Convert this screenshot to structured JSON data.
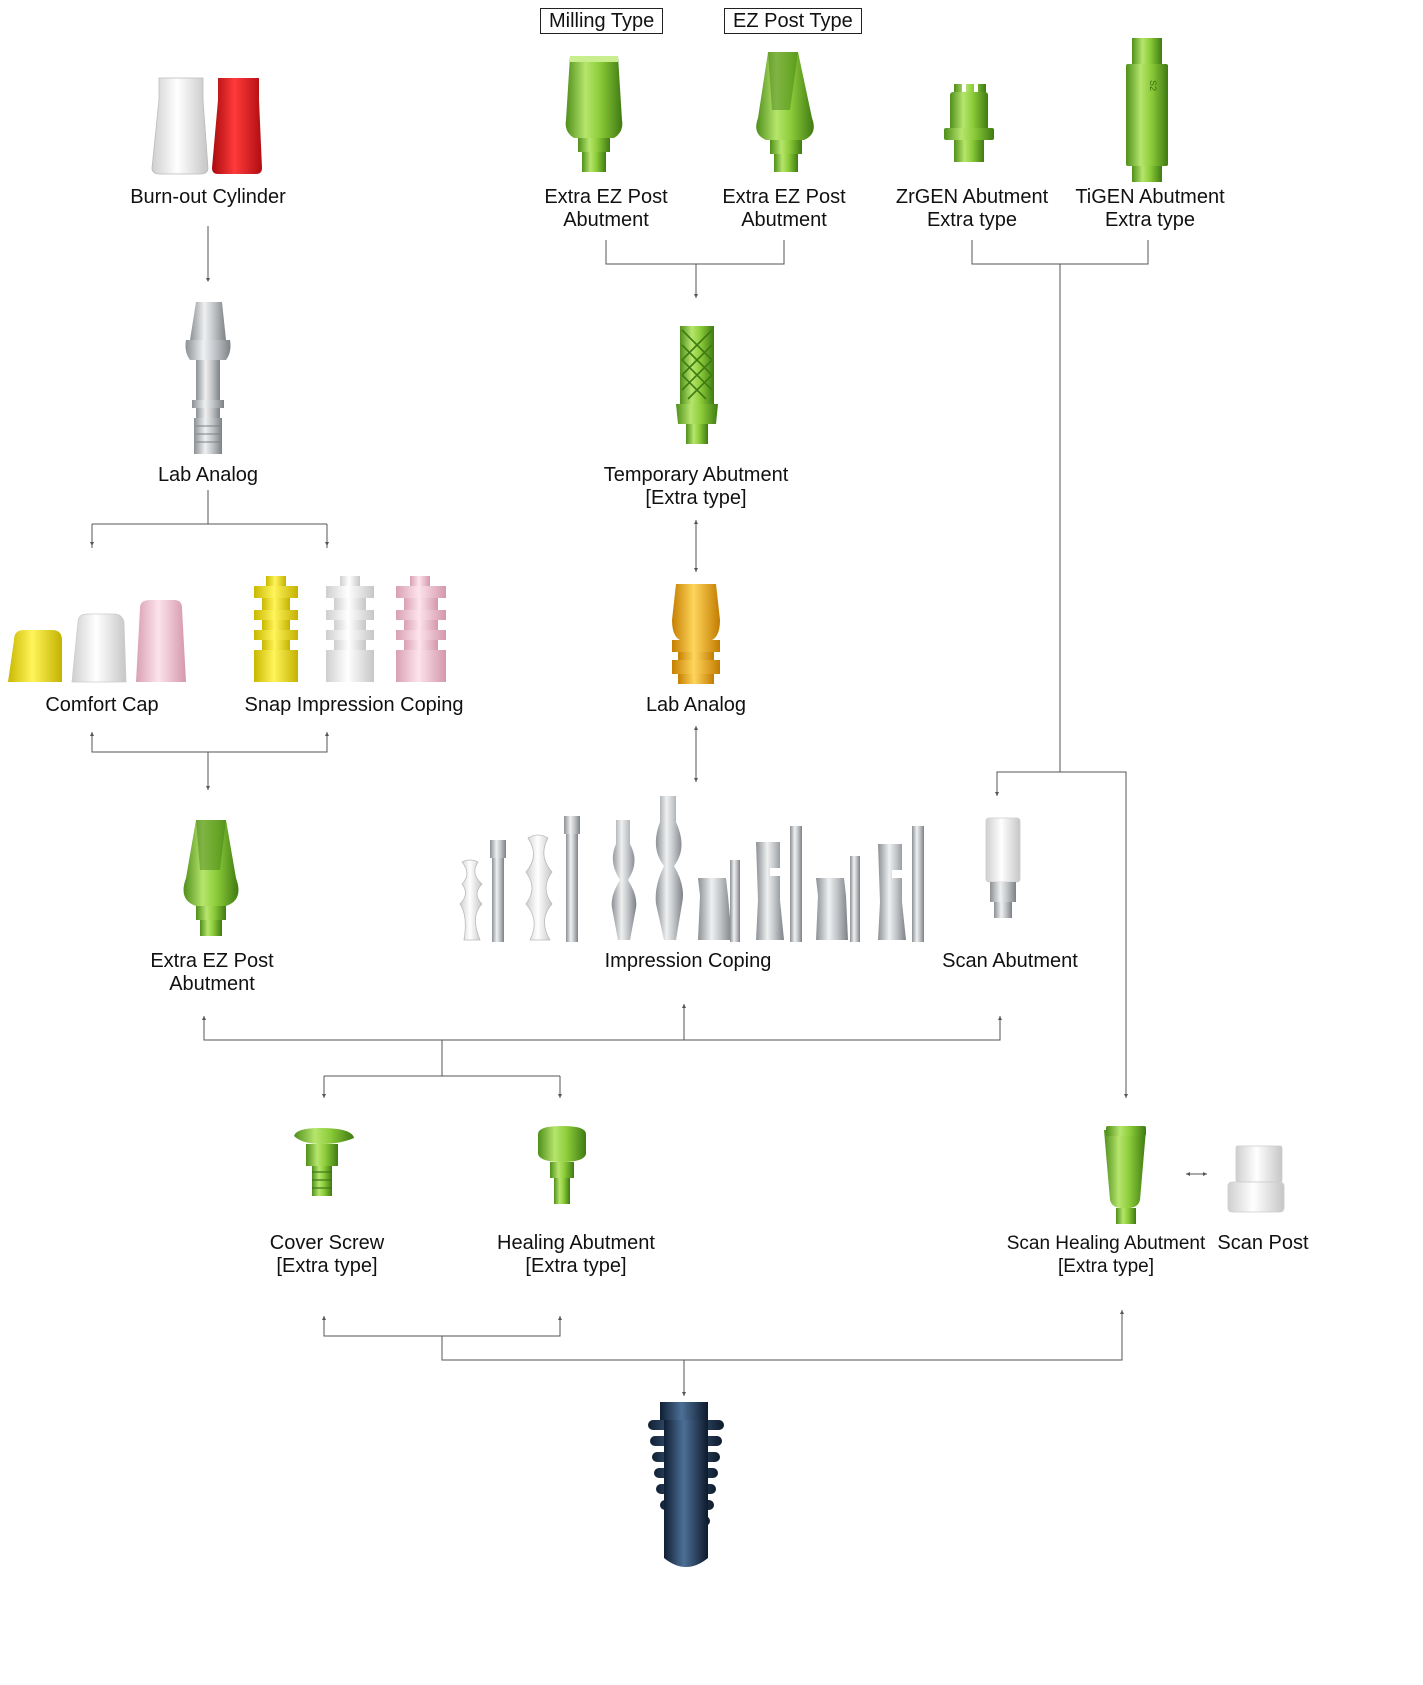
{
  "headers": {
    "milling": "Milling Type",
    "ezpost": "EZ Post Type"
  },
  "labels": {
    "burnout_cylinder": "Burn-out Cylinder",
    "extra_ez_post_milling": [
      "Extra EZ Post",
      "Abutment"
    ],
    "extra_ez_post_ez": [
      "Extra EZ Post",
      "Abutment"
    ],
    "zrgen": [
      "ZrGEN Abutment",
      "Extra type"
    ],
    "tigen": [
      "TiGEN Abutment",
      "Extra type"
    ],
    "lab_analog_left": "Lab Analog",
    "temporary_abutment": [
      "Temporary Abutment",
      "[Extra type]"
    ],
    "comfort_cap": "Comfort Cap",
    "snap_impression_coping": "Snap Impression Coping",
    "lab_analog_mid": "Lab Analog",
    "extra_ez_post_left": [
      "Extra EZ Post",
      "Abutment"
    ],
    "impression_coping": "Impression Coping",
    "scan_abutment": "Scan Abutment",
    "cover_screw": [
      "Cover Screw",
      "[Extra type]"
    ],
    "healing_abutment": [
      "Healing Abutment",
      "[Extra type]"
    ],
    "scan_healing_abutment": [
      "Scan Healing Abutment",
      "[Extra type]"
    ],
    "scan_post": "Scan Post"
  },
  "colors": {
    "green": "#8ccc3a",
    "green_dark": "#4f8f1a",
    "green_light": "#c9ee8e",
    "silver": "#cfd2d4",
    "silver_dark": "#8c9094",
    "white_part": "#f4f4f4",
    "red": "#e0141a",
    "yellow": "#f3e300",
    "pink": "#f5c2d2",
    "gold": "#f4b41c",
    "implant": "#1f3550",
    "line": "#555555"
  },
  "icons": [
    "burnout-cylinder-icon",
    "abutment-icon",
    "lab-analog-icon",
    "comfort-cap-icon",
    "snap-coping-icon",
    "temporary-abutment-icon",
    "impression-coping-icon",
    "scan-abutment-icon",
    "cover-screw-icon",
    "healing-abutment-icon",
    "scan-healing-abutment-icon",
    "scan-post-icon",
    "implant-icon"
  ]
}
